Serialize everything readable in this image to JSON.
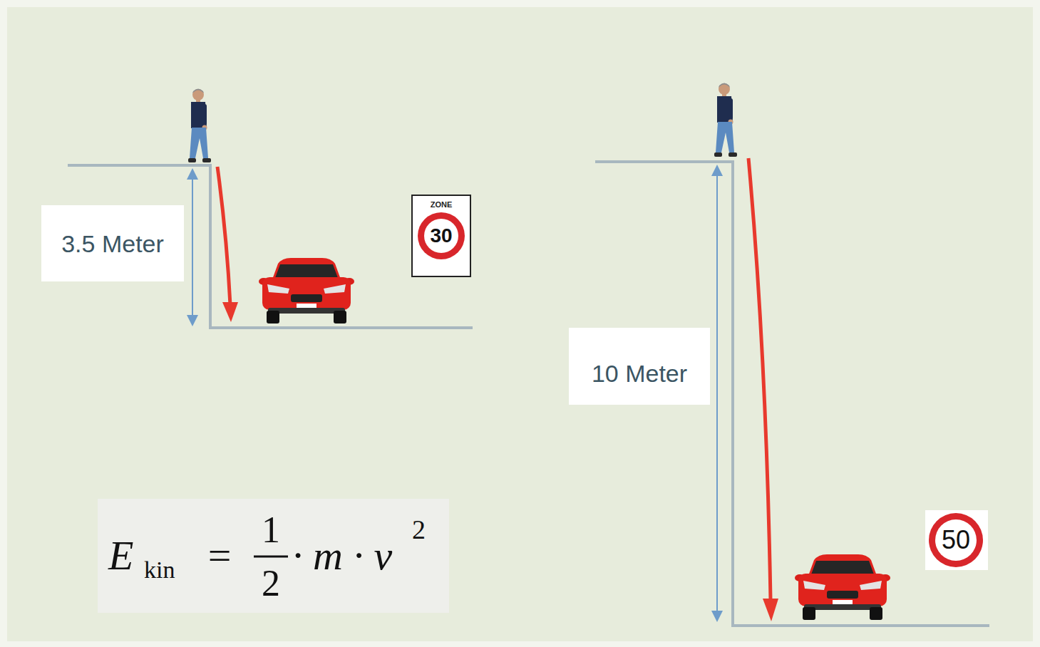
{
  "diagram": {
    "labels": [
      "3.5 Meter",
      "ZONE",
      "30",
      "10 Meter",
      "50",
      "E",
      "kin",
      "=",
      "1",
      "2",
      "· m · v",
      "2"
    ]
  }
}
